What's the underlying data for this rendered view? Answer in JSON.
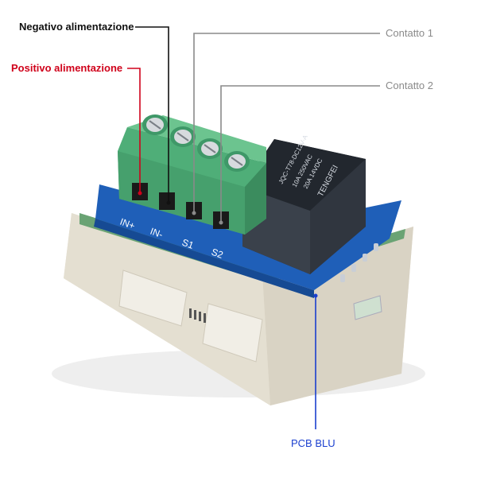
{
  "labels": {
    "neg_supply": "Negativo alimentazione",
    "pos_supply": "Positivo alimentazione",
    "contact1": "Contatto 1",
    "contact2": "Contatto 2",
    "pcb": "PCB BLU"
  },
  "terminal_labels": [
    "IN+",
    "IN-",
    "S1",
    "S2"
  ],
  "relay": {
    "brand": "TENGFEI",
    "model": "JQC-T78-DC12V-A",
    "ratings": [
      "10A 250VAC",
      "20A 14VDC"
    ]
  },
  "colors": {
    "neg": "#111111",
    "pos": "#d0021b",
    "contacts": "#8a8a8a",
    "pcb_label": "#1a3fcf",
    "terminal_block": "#4fae78",
    "pcb": "#1f5fb8",
    "housing": "#ece8dc",
    "relay": "#2a3038"
  }
}
